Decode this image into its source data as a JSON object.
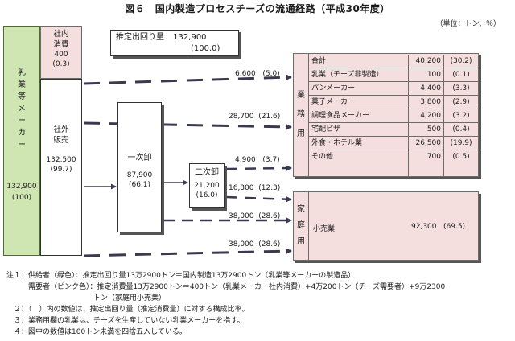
{
  "title": "図６　国内製造プロセスチーズの流通経路（平成30年度）",
  "unit": "（単位：トン、％）",
  "maker": {
    "label_chars": [
      "乳",
      "業",
      "等",
      "メ",
      "ー",
      "カ",
      "ー"
    ],
    "value": "132,900",
    "pct": "(100)"
  },
  "in_house": {
    "label_chars": [
      "社内",
      "消費"
    ],
    "value": "400",
    "pct": "(0.3)"
  },
  "external": {
    "label_chars": [
      "社外",
      "販売"
    ],
    "value": "132,500",
    "pct": "(99.7)"
  },
  "estimate": {
    "label": "推定出回り量",
    "value": "132,900",
    "pct": "(100.0)"
  },
  "primary": {
    "label": "一次卸",
    "value": "87,900",
    "pct": "(66.1)"
  },
  "secondary": {
    "label": "二次卸",
    "value": "21,200",
    "pct": "(16.0)"
  },
  "flows": [
    {
      "value": "6,600",
      "pct": "(5.0)"
    },
    {
      "value": "28,700",
      "pct": "(21.6)"
    },
    {
      "value": "4,900",
      "pct": "(3.7)"
    },
    {
      "value": "16,300",
      "pct": "(12.3)"
    },
    {
      "value": "38,000",
      "pct": "(28.6)"
    },
    {
      "value": "38,000",
      "pct": "(28.6)"
    }
  ],
  "business": {
    "label_chars": [
      "業",
      "務",
      "用"
    ],
    "rows": [
      {
        "name": "合計",
        "value": "40,200",
        "pct": "(30.2)"
      },
      {
        "name": "乳業（チーズ非製造）",
        "value": "100",
        "pct": "(0.1)"
      },
      {
        "name": "パンメーカー",
        "value": "4,400",
        "pct": "(3.3)"
      },
      {
        "name": "菓子メーカー",
        "value": "3,800",
        "pct": "(2.9)"
      },
      {
        "name": "調理食品メーカー",
        "value": "4,200",
        "pct": "(3.2)"
      },
      {
        "name": "宅配ピザ",
        "value": "500",
        "pct": "(0.4)"
      },
      {
        "name": "外食・ホテル業",
        "value": "26,500",
        "pct": "(19.9)"
      },
      {
        "name": "その他",
        "value": "700",
        "pct": "(0.5)"
      }
    ]
  },
  "household": {
    "label_chars": [
      "家",
      "庭",
      "用"
    ],
    "name": "小売業",
    "value": "92,300",
    "pct": "(69.5)"
  },
  "notes": [
    "注１：供給者（緑色）：推定出回り量13万2900トン＝国内製造13万2900トン（乳業等メーカーの製造品）",
    "　　　需要者（ピンク色）：推定消費量13万2900トン＝400トン（乳業メーカー社内消費）+4万200トン（チーズ需要者）+9万2300",
    "　　　　　　　　　　　　トン（家庭用小売業）",
    "　２：（　）内の数値は、推定出回り量（推定消費量）に対する構成比率。",
    "　３：業務用欄の乳業は、チーズを生産していない乳業メーカーを指す。",
    "　４：図中の数値は100トン未満を四捨五入している。"
  ]
}
